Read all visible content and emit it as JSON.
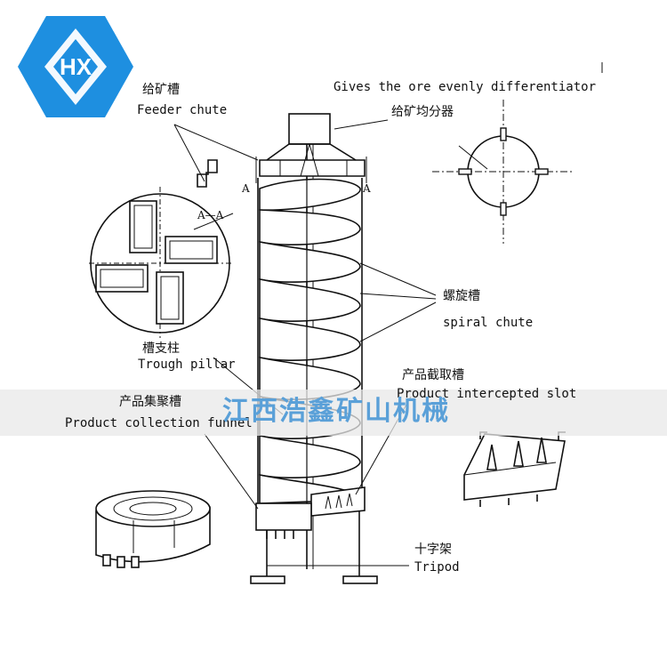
{
  "logo": {
    "text": "HX",
    "color": "#1e8fe0"
  },
  "watermark": {
    "text": "江西浩鑫矿山机械",
    "color": "#5aa0d8"
  },
  "labels": {
    "feeder_chute_cn": "给矿槽",
    "feeder_chute_en": "Feeder chute",
    "differentiator_en": "Gives the ore evenly differentiator",
    "differentiator_cn": "给矿均分器",
    "section_aa": "A—A",
    "section_a_left": "A",
    "section_a_right": "A",
    "spiral_chute_cn": "螺旋槽",
    "spiral_chute_en": "spiral chute",
    "trough_pillar_cn": "槽支柱",
    "trough_pillar_en": "Trough pillar",
    "product_slot_cn": "产品截取槽",
    "product_slot_en": "Product intercepted slot",
    "collection_funnel_cn": "产品集聚槽",
    "collection_funnel_en": "Product collection funnel",
    "tripod_cn": "十字架",
    "tripod_en": "Tripod"
  }
}
